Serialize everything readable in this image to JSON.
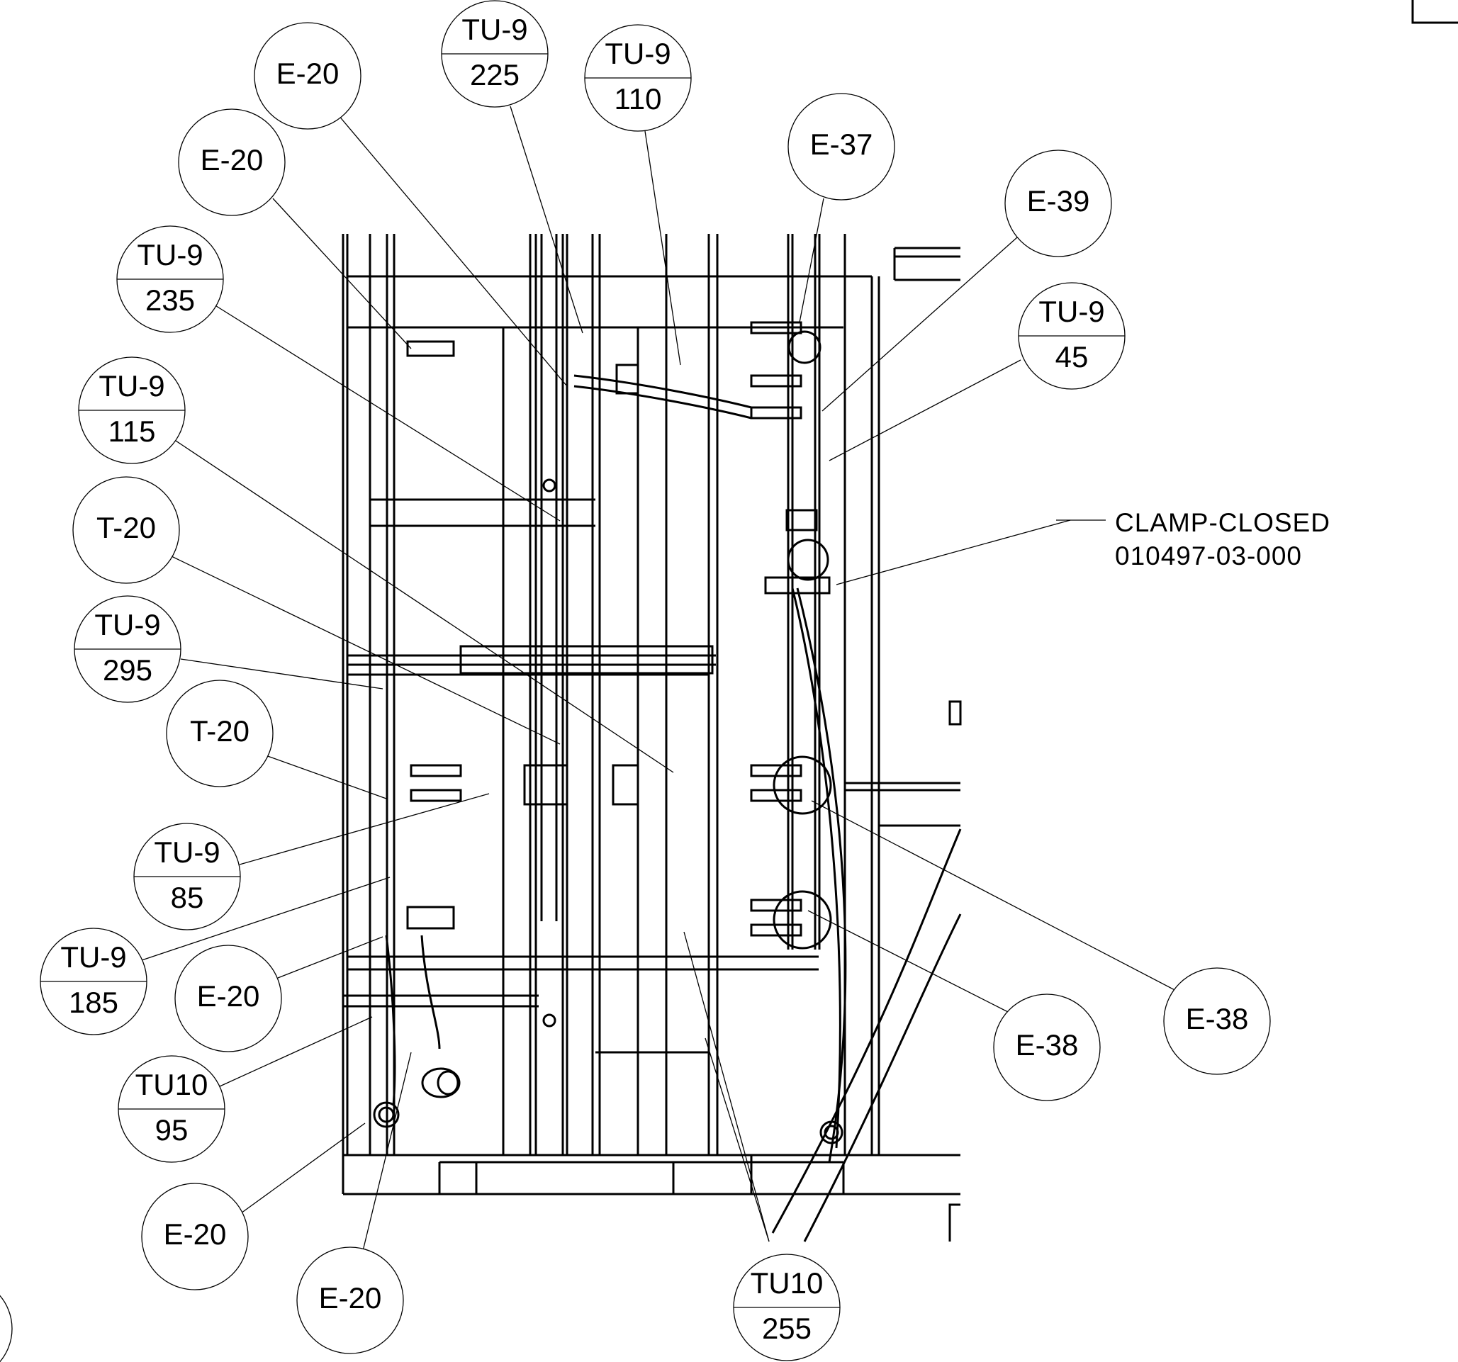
{
  "callouts": [
    {
      "id": "e20-top",
      "top": "E-20"
    },
    {
      "id": "tu9-225",
      "top": "TU-9",
      "bottom": "225"
    },
    {
      "id": "tu9-110",
      "top": "TU-9",
      "bottom": "110"
    },
    {
      "id": "e37",
      "top": "E-37"
    },
    {
      "id": "e20-b",
      "top": "E-20"
    },
    {
      "id": "e39",
      "top": "E-39"
    },
    {
      "id": "tu9-235",
      "top": "TU-9",
      "bottom": "235"
    },
    {
      "id": "tu9-45",
      "top": "TU-9",
      "bottom": "45"
    },
    {
      "id": "tu9-115",
      "top": "TU-9",
      "bottom": "115"
    },
    {
      "id": "t20-a",
      "top": "T-20"
    },
    {
      "id": "tu9-295",
      "top": "TU-9",
      "bottom": "295"
    },
    {
      "id": "t20-b",
      "top": "T-20"
    },
    {
      "id": "tu9-85",
      "top": "TU-9",
      "bottom": "85"
    },
    {
      "id": "tu9-185",
      "top": "TU-9",
      "bottom": "185"
    },
    {
      "id": "e20-c",
      "top": "E-20"
    },
    {
      "id": "tu10-95",
      "top": "TU10",
      "bottom": "95"
    },
    {
      "id": "e20-d",
      "top": "E-20"
    },
    {
      "id": "e20-e",
      "top": "E-20"
    },
    {
      "id": "tu10-255",
      "top": "TU10",
      "bottom": "255"
    },
    {
      "id": "e38-a",
      "top": "E-38"
    },
    {
      "id": "e38-b",
      "top": "E-38"
    }
  ],
  "note": {
    "line1": "CLAMP-CLOSED",
    "line2": "010497-03-000"
  }
}
